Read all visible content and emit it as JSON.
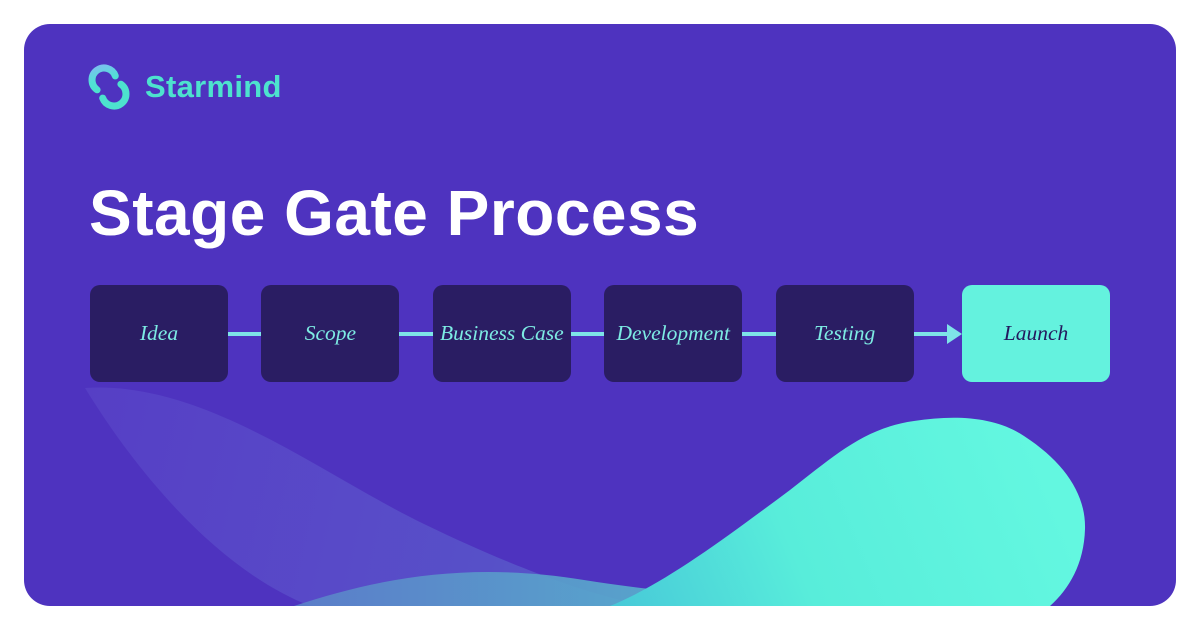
{
  "brand": {
    "name": "Starmind",
    "icon": "starmind-swirl-icon"
  },
  "title": "Stage Gate Process",
  "process": {
    "stages": [
      {
        "label": "Idea",
        "variant": "dark"
      },
      {
        "label": "Scope",
        "variant": "dark"
      },
      {
        "label": "Business Case",
        "variant": "dark"
      },
      {
        "label": "Development",
        "variant": "dark"
      },
      {
        "label": "Testing",
        "variant": "dark"
      },
      {
        "label": "Launch",
        "variant": "highlight"
      }
    ],
    "connectors": [
      "line",
      "line",
      "line",
      "line",
      "arrow"
    ]
  },
  "colors": {
    "page_background": "#FFFFFF",
    "card_background": "#4E33BF",
    "stage_box": "#2A1D63",
    "stage_label": "#7DEBE3",
    "connector": "#7EE4E8",
    "launch_box": "#64F2DE",
    "launch_label": "#241A5E",
    "title_text": "#FFFFFF",
    "logo_teal": "#4DE2CE",
    "logo_blue": "#7AC0EE",
    "blob_teal": "#5EF2DD"
  }
}
